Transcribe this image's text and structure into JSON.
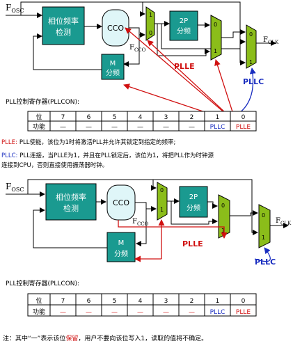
{
  "diagram1": {
    "fosc": "F",
    "fosc_sub": "OSC",
    "phase_block": [
      "相位频率",
      "检测"
    ],
    "cco": "CCO",
    "fcco": "F",
    "fcco_sub": "CCO",
    "div2p": [
      "2P",
      "分频"
    ],
    "divm": [
      "M",
      "分频"
    ],
    "fclk": "F",
    "fclk_sub": "CLK",
    "plle": "PLLE",
    "pllc": "PLLC",
    "mux": [
      "1",
      "0",
      "0",
      "1",
      "0",
      "1"
    ]
  },
  "register1": {
    "title": "PLL控制寄存器(PLLCON):",
    "row1_label": "位",
    "row2_label": "功能",
    "bits": [
      "7",
      "6",
      "5",
      "4",
      "3",
      "2",
      "1",
      "0"
    ],
    "funcs": [
      "—",
      "—",
      "—",
      "—",
      "—",
      "—",
      "PLLC",
      "PLLE"
    ]
  },
  "notes": {
    "plle_key": "PLLE:",
    "plle_text": "PLL使能，该位为1时将激活PLL并允许其锁定到指定的频率;",
    "pllc_key": "PLLC:",
    "pllc_text1": "PLL连接，当PLLE为1，并且在PLL锁定后，该位为1，将把PLL作为时钟源",
    "pllc_text2": "连接到CPU，否则直接使用振荡器时钟。"
  },
  "diagram2": {
    "fosc": "F",
    "fosc_sub": "OSC",
    "phase_block": [
      "相位频率",
      "检测"
    ],
    "cco": "CCO",
    "fcco": "F",
    "fcco_sub": "CCO",
    "div2p": [
      "2P",
      "分频"
    ],
    "divm": [
      "M",
      "分频"
    ],
    "fclk": "F",
    "fclk_sub": "CLK",
    "plle": "PLLE",
    "pllc": "PLLC",
    "mux": [
      "0",
      "1",
      "0",
      "1",
      "0",
      "1"
    ]
  },
  "register2": {
    "title": "PLL控制寄存器(PLLCON):",
    "row1_label": "位",
    "row2_label": "功能",
    "bits": [
      "7",
      "6",
      "5",
      "4",
      "3",
      "2",
      "1",
      "0"
    ],
    "funcs": [
      "—",
      "—",
      "—",
      "—",
      "—",
      "—",
      "PLLC",
      "PLLE"
    ]
  },
  "footnote": {
    "prefix": "注：其中“一”表示该位",
    "reserved": "保留",
    "suffix": "，用户不要向该位写入1，读取的值将不确定。"
  },
  "colors": {
    "teal": "#1a9a90",
    "green": "#8bbd1a",
    "cco_fill": "#dff6f8",
    "red": "#d01010",
    "blue": "#1a2ec0"
  }
}
